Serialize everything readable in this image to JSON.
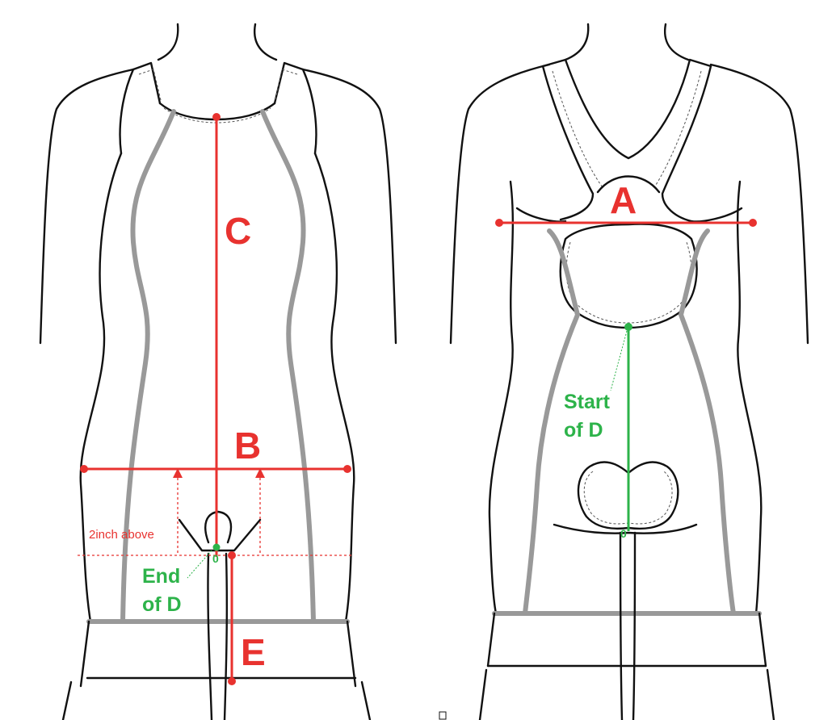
{
  "labels": {
    "A": "A",
    "B": "B",
    "C": "C",
    "E": "E",
    "end_of_d_line1": "End",
    "end_of_d_line2": "of D",
    "start_of_d_line1": "Start",
    "start_of_d_line2": "of D",
    "two_inch_above": "2inch above",
    "zero_front": "0",
    "zero_back": "0"
  },
  "colors": {
    "measure_red": "#e8322f",
    "measure_green": "#2db34a",
    "outline": "#111111",
    "seam": "#999999"
  }
}
